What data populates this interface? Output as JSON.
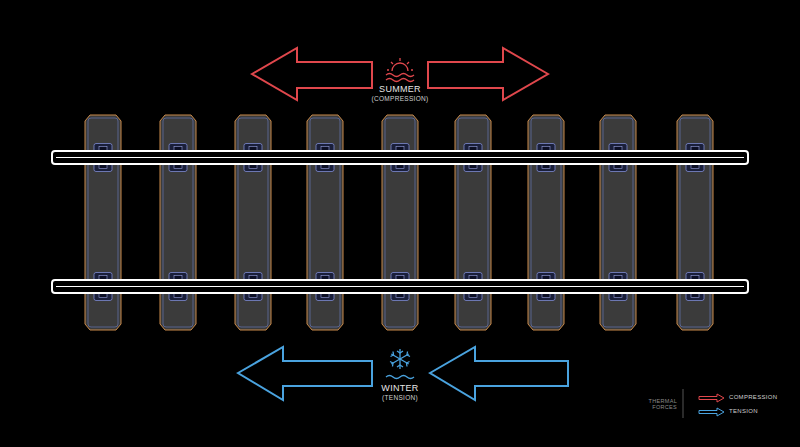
{
  "diagram": {
    "labels": [
      "SUMMER",
      "(COMPRESSION)",
      "WINTER",
      "(TENSION)",
      "THERMAL FORCES"
    ],
    "legend": [
      {
        "text": "COMPRESSION"
      },
      {
        "text": "TENSION"
      }
    ]
  }
}
